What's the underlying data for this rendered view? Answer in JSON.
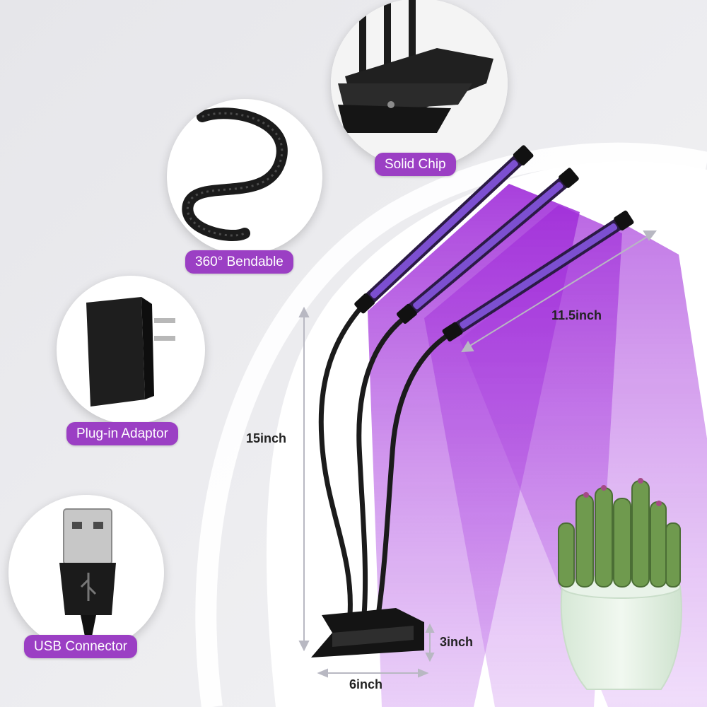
{
  "features": [
    {
      "label": "Solid Chip",
      "icon": "clip-icon"
    },
    {
      "label": "360° Bendable",
      "icon": "gooseneck-icon"
    },
    {
      "label": "Plug-in Adaptor",
      "icon": "power-adapter-icon"
    },
    {
      "label": "USB Connector",
      "icon": "usb-plug-icon"
    }
  ],
  "dimensions": {
    "height": "15inch",
    "bar_length": "11.5inch",
    "clip_height": "3inch",
    "base_width": "6inch"
  },
  "colors": {
    "accent": "#9b3fc4",
    "light_beam": "#b82fe0",
    "leaf": "#6f9a4e",
    "pot": "#e6f1e6"
  }
}
